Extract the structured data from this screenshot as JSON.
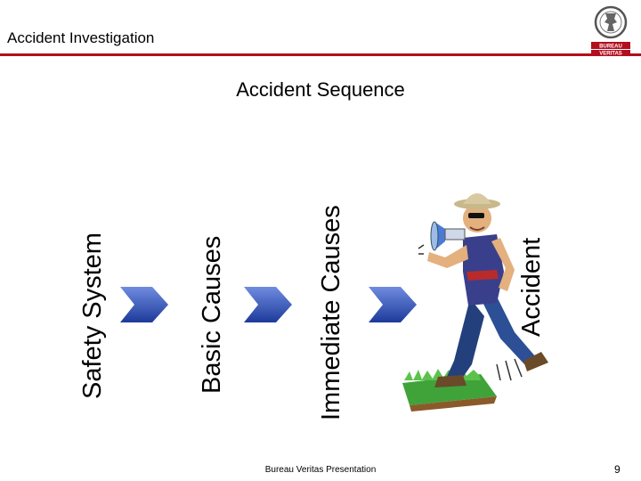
{
  "header": {
    "title": "Accident Investigation"
  },
  "logo": {
    "line1": "BUREAU",
    "line2": "VERITAS"
  },
  "slide": {
    "title": "Accident Sequence",
    "stages": [
      "Safety System",
      "Basic Causes",
      "Immediate Causes",
      "Accident"
    ]
  },
  "footer": {
    "text": "Bureau Veritas Presentation",
    "page": "9"
  },
  "colors": {
    "accent": "#b30d1e",
    "arrow": "#2f4fb5"
  }
}
